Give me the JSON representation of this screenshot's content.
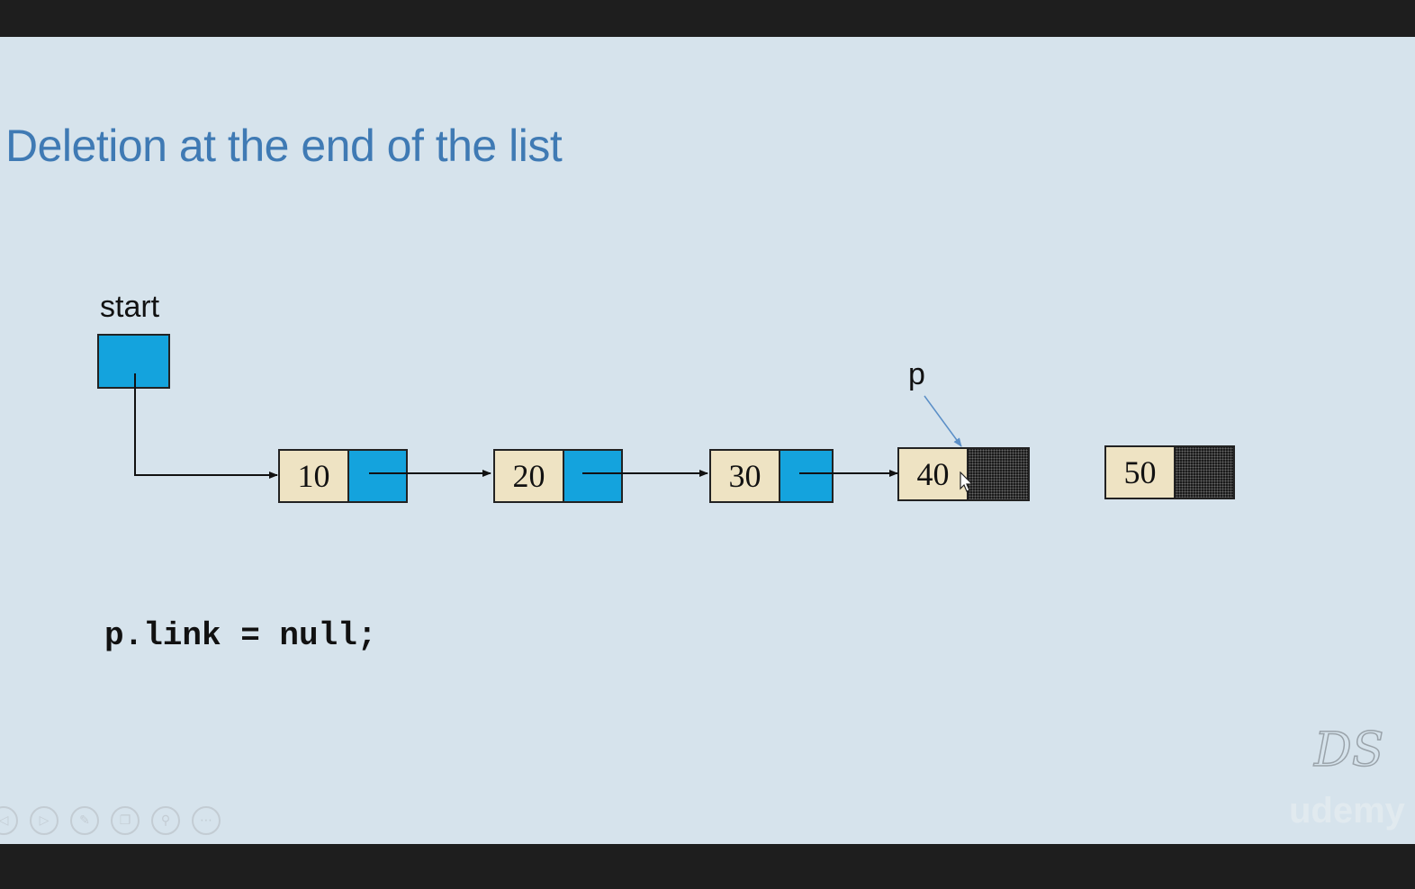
{
  "slide": {
    "title": "Deletion at the end of the list",
    "start_label": "start",
    "pointer_label": "p",
    "code": "p.link = null;",
    "watermark": "DS",
    "brand": "udemy"
  },
  "nodes": [
    {
      "value": "10",
      "link": "pointer"
    },
    {
      "value": "20",
      "link": "pointer"
    },
    {
      "value": "30",
      "link": "pointer"
    },
    {
      "value": "40",
      "link": "null"
    },
    {
      "value": "50",
      "link": "null"
    }
  ],
  "controls": [
    {
      "icon": "previous-icon",
      "glyph": "◁"
    },
    {
      "icon": "next-icon",
      "glyph": "▷"
    },
    {
      "icon": "pen-icon",
      "glyph": "✎"
    },
    {
      "icon": "slides-icon",
      "glyph": "❐"
    },
    {
      "icon": "zoom-icon",
      "glyph": "⚲"
    },
    {
      "icon": "more-icon",
      "glyph": "⋯"
    }
  ],
  "colors": {
    "slide_bg": "#d6e3ec",
    "title": "#3f7ab4",
    "link_box": "#14a3dd",
    "data_box": "#eee3c3",
    "pointer_arrow": "#5b8fc7"
  }
}
